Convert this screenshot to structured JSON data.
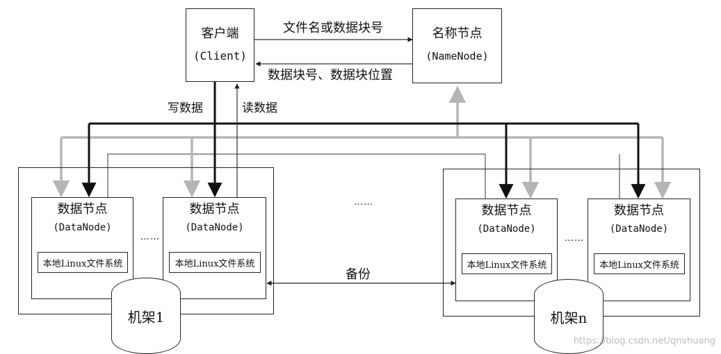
{
  "client": {
    "name": "客户端",
    "sub": "(Client)"
  },
  "namenode": {
    "name": "名称节点",
    "sub": "(NameNode)"
  },
  "edges": {
    "request": "文件名或数据块号",
    "response": "数据块号、数据块位置",
    "write": "写数据",
    "read": "读数据",
    "backup": "备份"
  },
  "datanode": {
    "name": "数据节点",
    "sub": "(DataNode)",
    "fs": "本地Linux文件系统"
  },
  "racks": [
    {
      "name": "机架1"
    },
    {
      "name": "机架n"
    }
  ],
  "ellipsis": {
    "inner": "……",
    "middle": "……"
  },
  "watermark": "https://blog.csdn.net/qnvhuang"
}
